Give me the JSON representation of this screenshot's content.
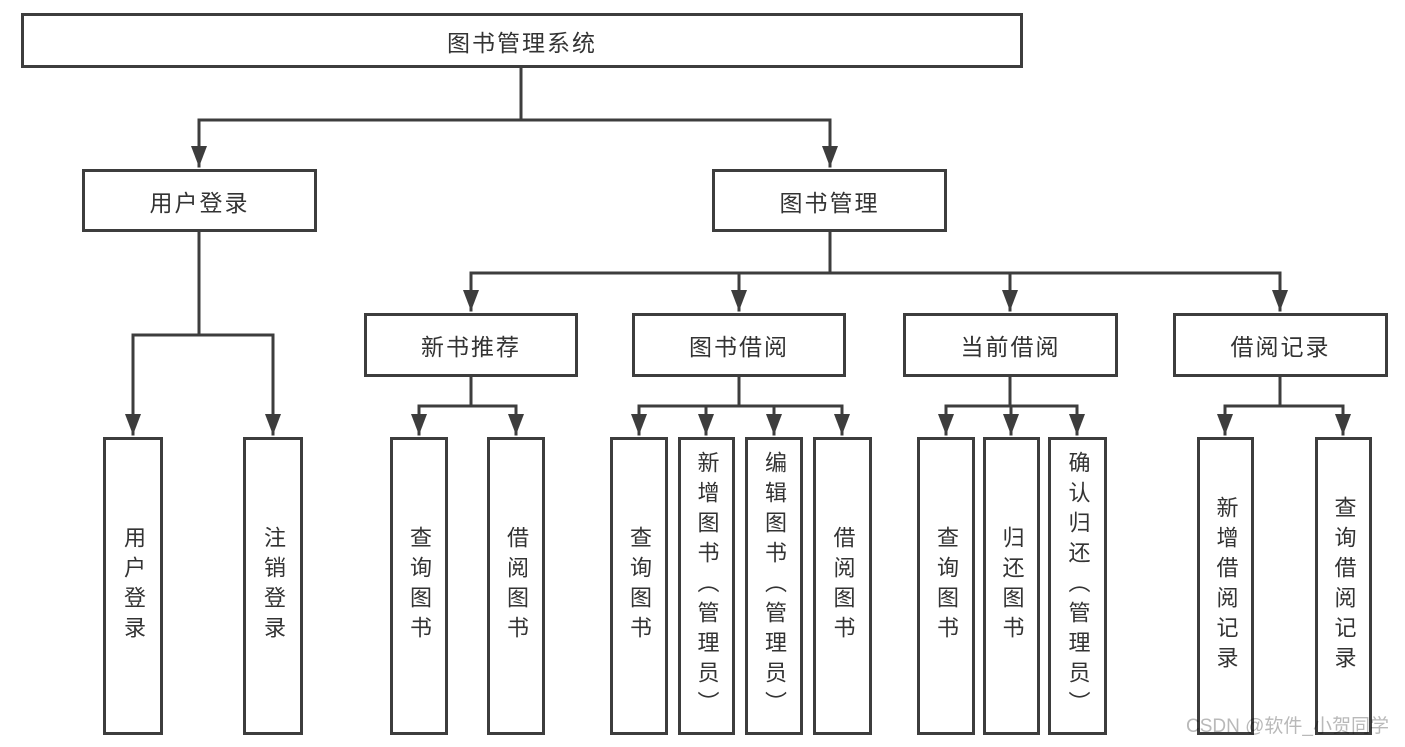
{
  "diagram": {
    "root": {
      "label": "图书管理系统"
    },
    "children": [
      {
        "label": "用户登录",
        "children": [
          {
            "label": "用户登录"
          },
          {
            "label": "注销登录"
          }
        ]
      },
      {
        "label": "图书管理",
        "children": [
          {
            "label": "新书推荐",
            "children": [
              {
                "label": "查询图书"
              },
              {
                "label": "借阅图书"
              }
            ]
          },
          {
            "label": "图书借阅",
            "children": [
              {
                "label": "查询图书"
              },
              {
                "label": "新增图书（管理员）"
              },
              {
                "label": "编辑图书（管理员）"
              },
              {
                "label": "借阅图书"
              }
            ]
          },
          {
            "label": "当前借阅",
            "children": [
              {
                "label": "查询图书"
              },
              {
                "label": "归还图书"
              },
              {
                "label": "确认归还（管理员）"
              }
            ]
          },
          {
            "label": "借阅记录",
            "children": [
              {
                "label": "新增借阅记录"
              },
              {
                "label": "查询借阅记录"
              }
            ]
          }
        ]
      }
    ]
  },
  "watermark": {
    "text": "CSDN @软件_小贺同学"
  },
  "colors": {
    "line": "#3d3d3d",
    "box_border": "#3d3d3d",
    "text": "#333333",
    "watermark": "#b9b9b9",
    "background": "#ffffff"
  }
}
